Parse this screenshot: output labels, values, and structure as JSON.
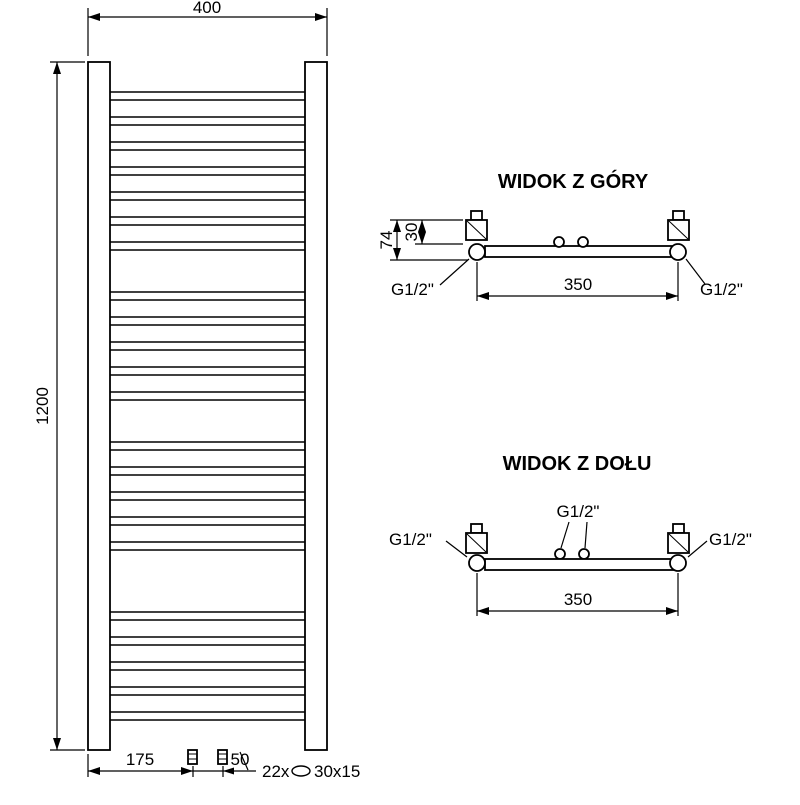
{
  "front_view": {
    "dim_width": "400",
    "dim_height": "1200",
    "dim_bottom_left": "175",
    "dim_bottom_mid": "50",
    "rung_count": "22x",
    "rung_profile": "30x15"
  },
  "top_view": {
    "title": "WIDOK Z GÓRY",
    "dim_depth": "74",
    "dim_axis": "30",
    "dim_span": "350",
    "conn_left": "G1/2\"",
    "conn_right": "G1/2\""
  },
  "bottom_view": {
    "title": "WIDOK Z DOŁU",
    "dim_span": "350",
    "conn_left": "G1/2\"",
    "conn_center": "G1/2\"",
    "conn_right": "G1/2\""
  },
  "colors": {
    "line": "#000000",
    "background": "#ffffff"
  }
}
